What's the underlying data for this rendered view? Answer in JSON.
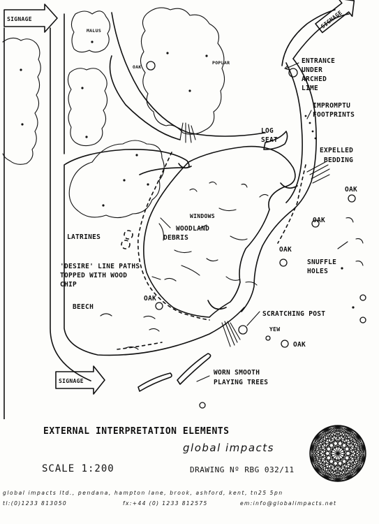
{
  "plan": {
    "signs": [
      {
        "id": "top-left",
        "text": "SIGNAGE"
      },
      {
        "id": "top-right",
        "text": "SIGNAGE"
      },
      {
        "id": "bottom-left",
        "text": "SIGNAGE"
      }
    ],
    "labels": {
      "malus": "MALUS",
      "oak_top": "OAK",
      "poplar": "POPLAR",
      "entrance_1": "ENTRANCE",
      "entrance_2": "UNDER",
      "entrance_3": "ARCHED",
      "entrance_4": "LIME",
      "footprints_1": "IMPROMPTU",
      "footprints_2": "FOOTPRINTS",
      "log_seat_1": "LOG",
      "log_seat_2": "SEAT",
      "bedding_1": "EXPELLED",
      "bedding_2": "BEDDING",
      "oak_right_1": "OAK",
      "oak_right_2": "OAK",
      "oak_mid": "OAK",
      "windows": "WINDOWS",
      "woodland_1": "WOODLAND",
      "woodland_2": "DEBRIS",
      "latrines": "LATRINES",
      "snuffle_1": "SNUFFLE",
      "snuffle_2": "HOLES",
      "desire_1": "'DESIRE' LINE PATHS",
      "desire_2": "TOPPED WITH WOOD",
      "desire_3": "CHIP",
      "beech": "BEECH",
      "oak_lower": "OAK",
      "scratching": "SCRATCHING POST",
      "yew": "YEW",
      "oak_bottom": "OAK",
      "worn_1": "WORN SMOOTH",
      "worn_2": "PLAYING TREES"
    }
  },
  "title_block": {
    "title": "EXTERNAL INTERPRETATION ELEMENTS",
    "company": "global impacts",
    "scale": "SCALE 1:200",
    "drawing_no": "DRAWING Nº RBG 032/11",
    "address": "global impacts ltd., pendana, hampton lane, brook, ashford, kent, tn25 5pn",
    "tel": "tl:(0)1233 813050",
    "fax": "fx:+44 (0) 1233 812575",
    "email": "em:info@globalimpacts.net"
  }
}
